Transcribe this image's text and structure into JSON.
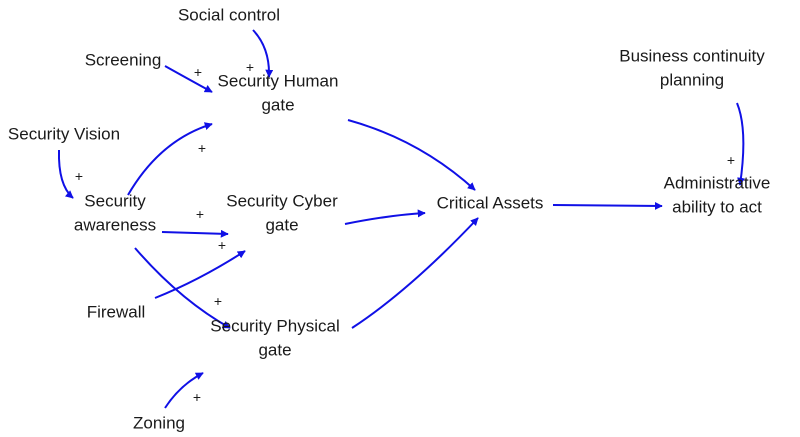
{
  "diagram": {
    "colors": {
      "arrow": "#1010e6",
      "text": "#1a1a1a",
      "background": "#ffffff"
    },
    "nodes": [
      {
        "id": "social-control",
        "lines": [
          "Social control"
        ]
      },
      {
        "id": "screening",
        "lines": [
          "Screening"
        ]
      },
      {
        "id": "security-human-gate",
        "lines": [
          "Security Human",
          "gate"
        ]
      },
      {
        "id": "security-vision",
        "lines": [
          "Security Vision"
        ]
      },
      {
        "id": "security-awareness",
        "lines": [
          "Security",
          "awareness"
        ]
      },
      {
        "id": "security-cyber-gate",
        "lines": [
          "Security Cyber",
          "gate"
        ]
      },
      {
        "id": "critical-assets",
        "lines": [
          "Critical Assets"
        ]
      },
      {
        "id": "business-continuity-planning",
        "lines": [
          "Business continuity",
          "planning"
        ]
      },
      {
        "id": "administrative-ability",
        "lines": [
          "Administrative",
          "ability to act"
        ]
      },
      {
        "id": "firewall",
        "lines": [
          "Firewall"
        ]
      },
      {
        "id": "security-physical-gate",
        "lines": [
          "Security Physical",
          "gate"
        ]
      },
      {
        "id": "zoning",
        "lines": [
          "Zoning"
        ]
      }
    ],
    "links": [
      {
        "from": "social-control",
        "to": "security-human-gate",
        "sign": "+"
      },
      {
        "from": "screening",
        "to": "security-human-gate",
        "sign": "+"
      },
      {
        "from": "security-vision",
        "to": "security-awareness",
        "sign": "+"
      },
      {
        "from": "security-awareness",
        "to": "security-human-gate",
        "sign": "+"
      },
      {
        "from": "security-awareness",
        "to": "security-cyber-gate",
        "sign": "+"
      },
      {
        "from": "security-awareness",
        "to": "security-physical-gate",
        "sign": "+"
      },
      {
        "from": "firewall",
        "to": "security-cyber-gate",
        "sign": "+"
      },
      {
        "from": "zoning",
        "to": "security-physical-gate",
        "sign": "+"
      },
      {
        "from": "business-continuity-planning",
        "to": "administrative-ability",
        "sign": "+"
      },
      {
        "from": "security-human-gate",
        "to": "critical-assets",
        "sign": ""
      },
      {
        "from": "security-cyber-gate",
        "to": "critical-assets",
        "sign": ""
      },
      {
        "from": "security-physical-gate",
        "to": "critical-assets",
        "sign": ""
      },
      {
        "from": "critical-assets",
        "to": "administrative-ability",
        "sign": ""
      }
    ]
  }
}
